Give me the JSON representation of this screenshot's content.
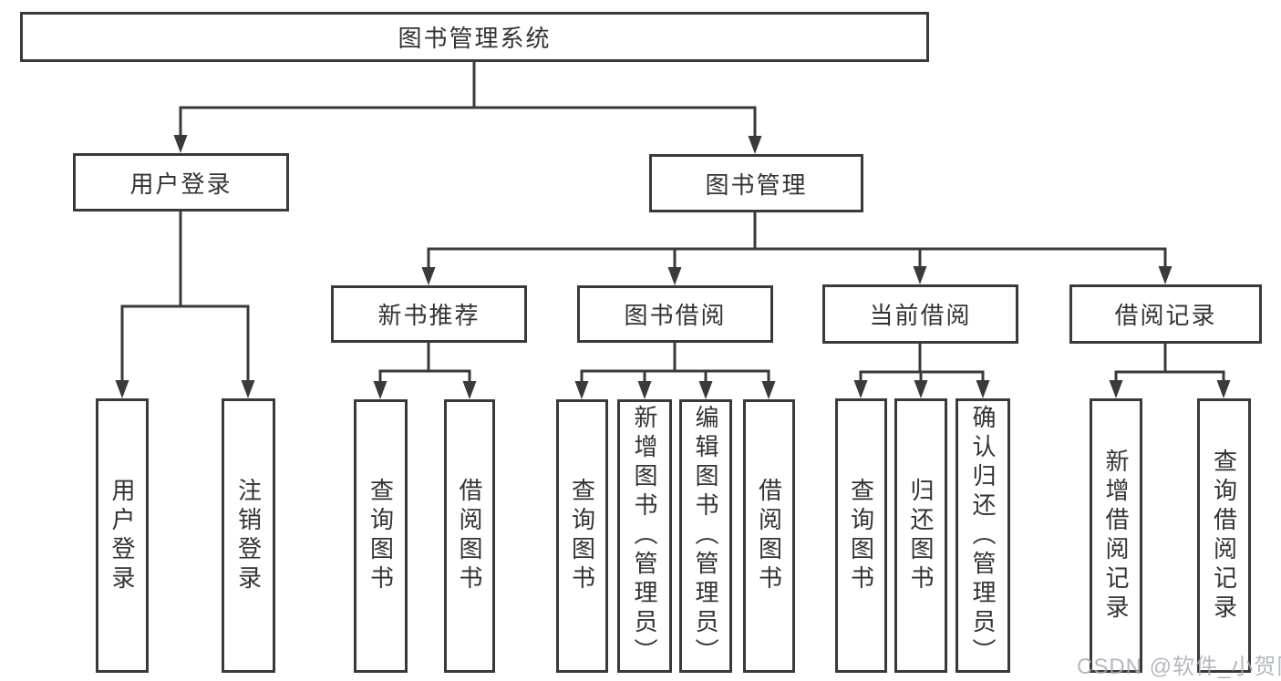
{
  "tree": {
    "label": "图书管理系统",
    "children": [
      {
        "label": "用户登录",
        "children": [
          {
            "label": "用户登录"
          },
          {
            "label": "注销登录"
          }
        ]
      },
      {
        "label": "图书管理",
        "children": [
          {
            "label": "新书推荐",
            "children": [
              {
                "label": "查询图书"
              },
              {
                "label": "借阅图书"
              }
            ]
          },
          {
            "label": "图书借阅",
            "children": [
              {
                "label": "查询图书"
              },
              {
                "label": "新增图书（管理员）"
              },
              {
                "label": "编辑图书（管理员）"
              },
              {
                "label": "借阅图书"
              }
            ]
          },
          {
            "label": "当前借阅",
            "children": [
              {
                "label": "查询图书"
              },
              {
                "label": "归还图书"
              },
              {
                "label": "确认归还（管理员）"
              }
            ]
          },
          {
            "label": "借阅记录",
            "children": [
              {
                "label": "新增借阅记录"
              },
              {
                "label": "查询借阅记录"
              }
            ]
          }
        ]
      }
    ]
  },
  "watermark": "CSDN @软件_小贺同学",
  "colors": {
    "line": "#3a3a3a",
    "text": "#333333",
    "watermark": "#a7abb4",
    "background": "#ffffff"
  }
}
